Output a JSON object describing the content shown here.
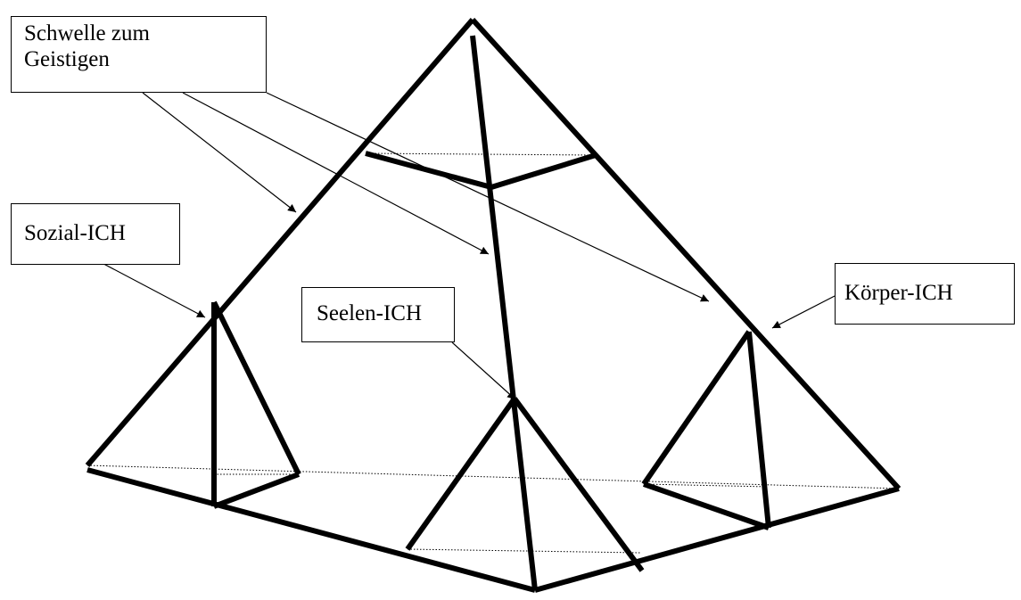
{
  "labels": {
    "threshold": [
      "Schwelle zum",
      "Geistigen"
    ],
    "social": "Sozial-ICH",
    "soul": "Seelen-ICH",
    "body": "Körper-ICH"
  },
  "colors": {
    "stroke": "#000000",
    "background": "#ffffff"
  }
}
